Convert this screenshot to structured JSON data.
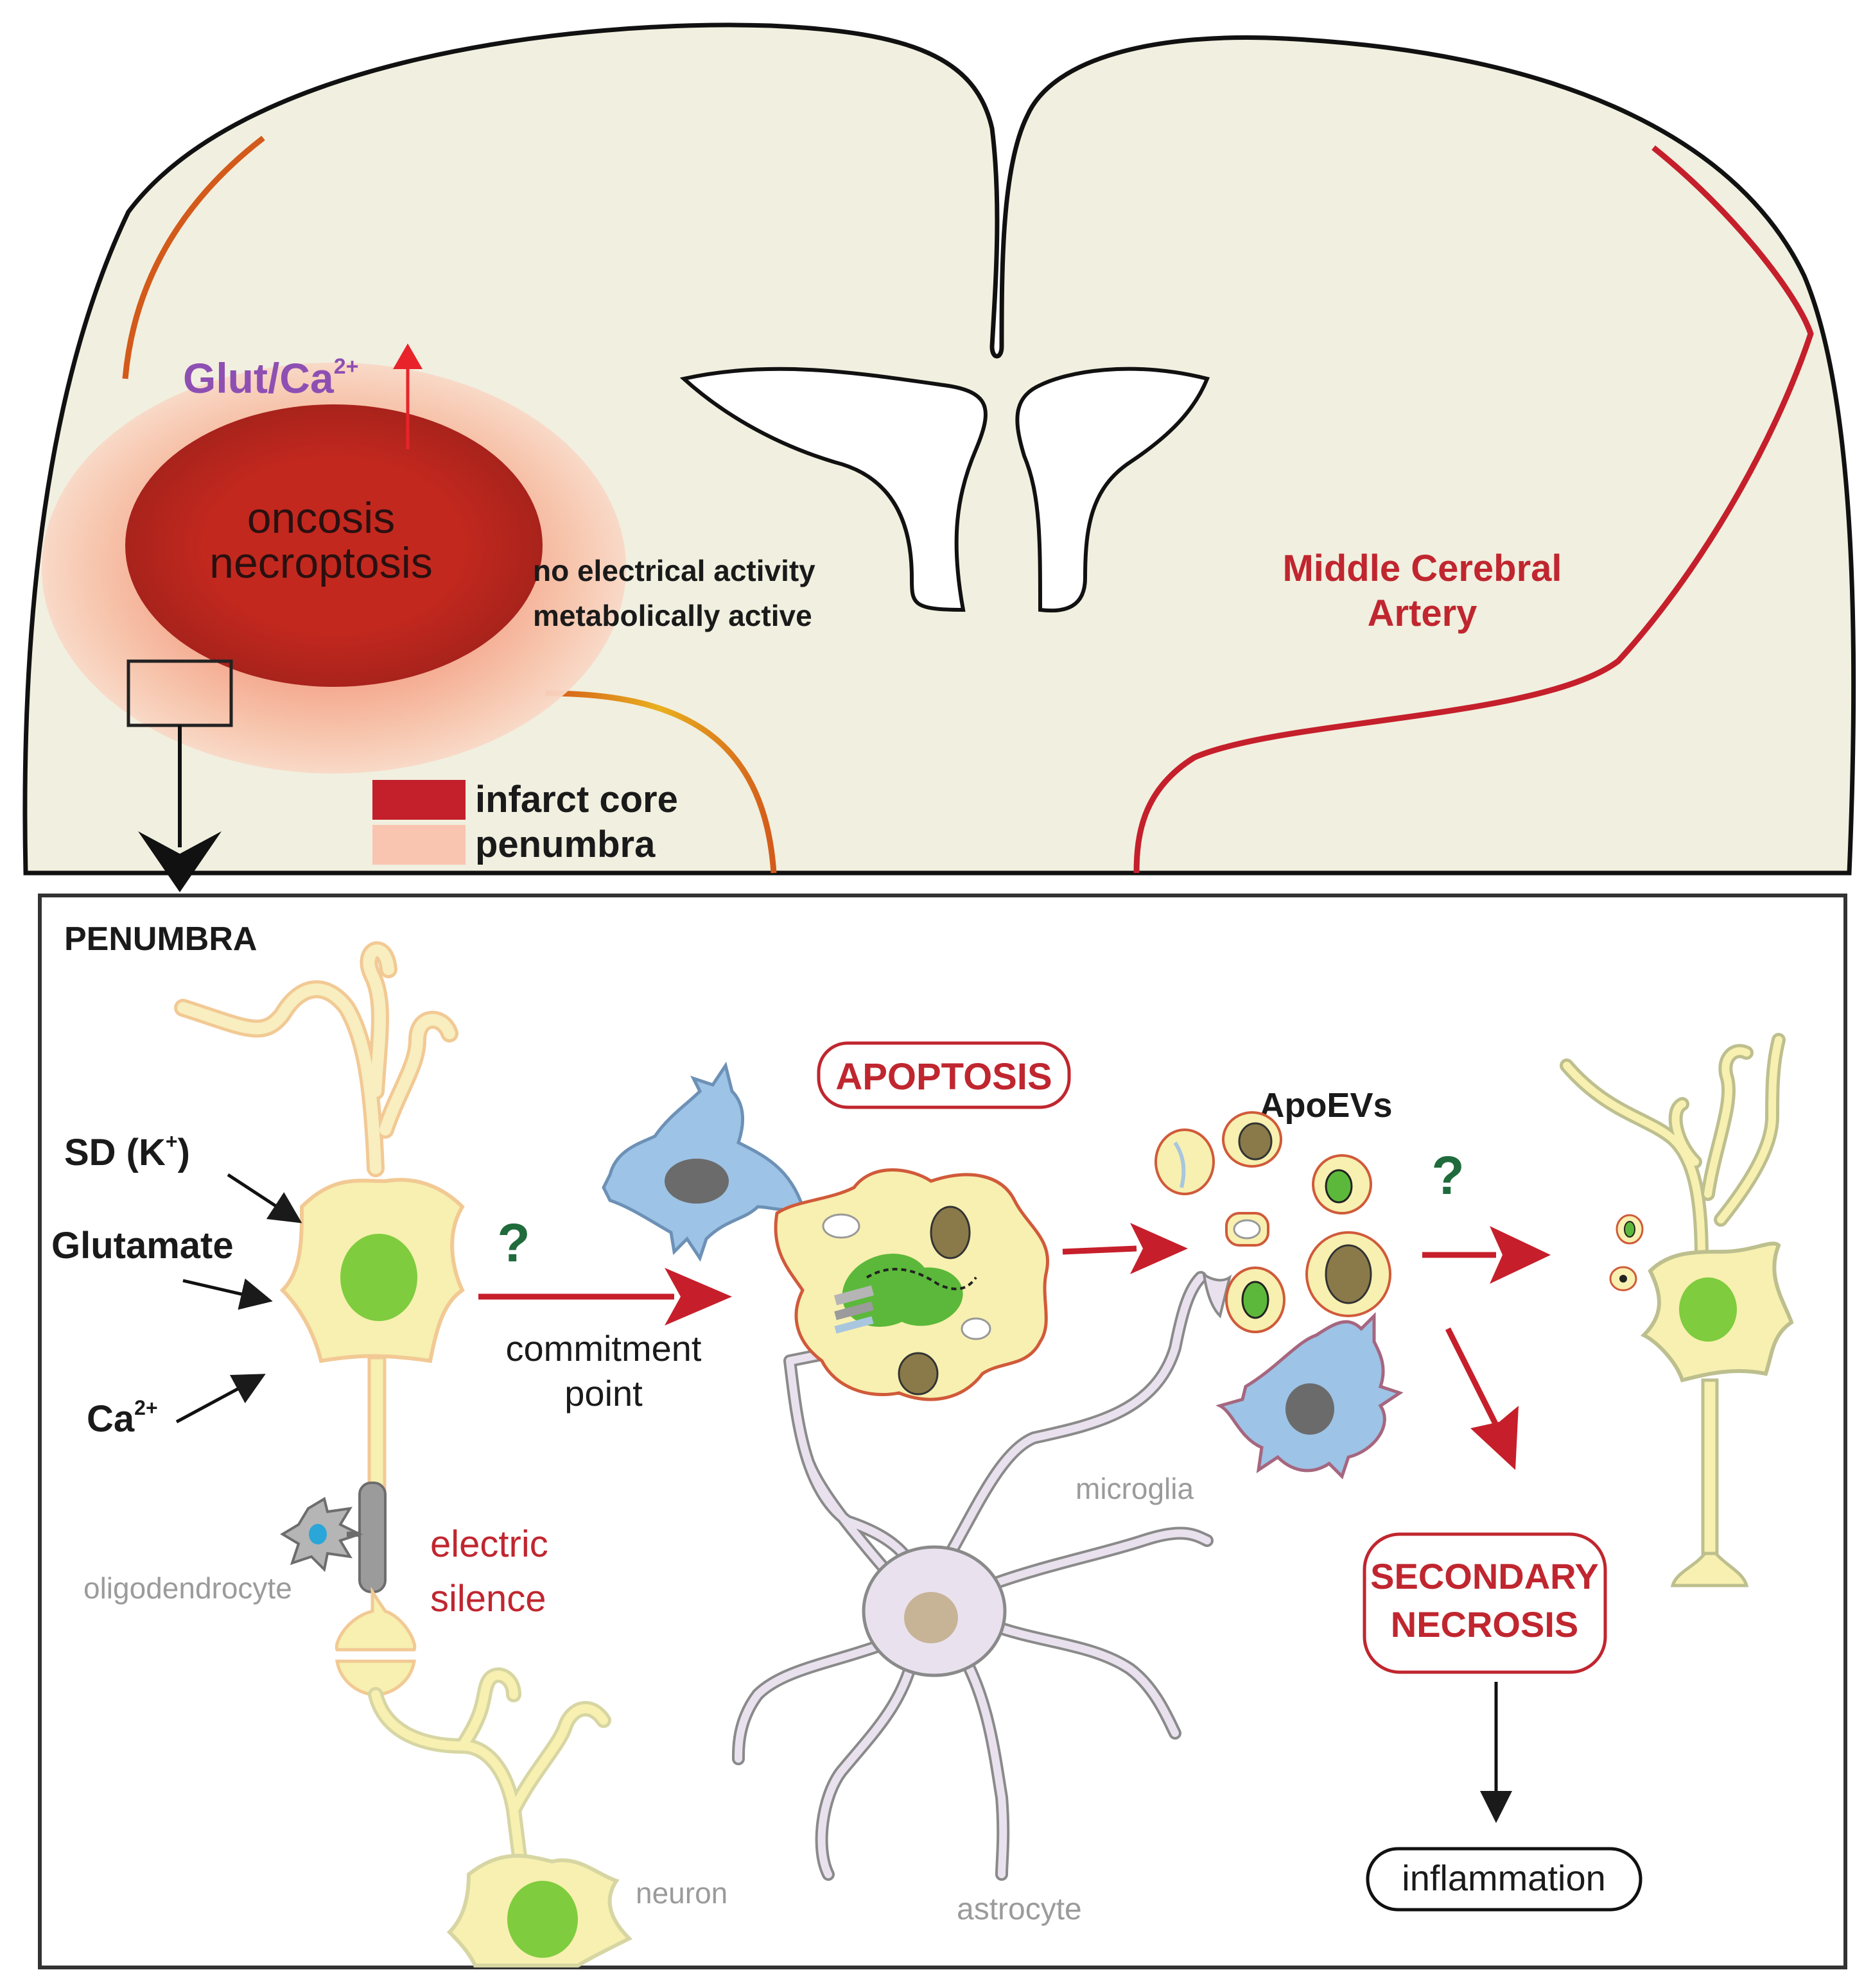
{
  "colors": {
    "brain_fill": "#f1efdf",
    "core": "#c3281e",
    "penumbra": "#f7c1a8",
    "artery": "#c51f2c",
    "arrow_red": "#c61f2b",
    "green_q": "#1f6b3c",
    "glut_purple": "#8e4fb3",
    "neuron_fill": "#f7f0b0",
    "microglia": "#9dc3e6",
    "astrocyte": "#e9e2ee"
  },
  "brain": {
    "glut_label": "Glut/Ca",
    "glut_sup": "2+",
    "core_line1": "oncosis",
    "core_line2": "necroptosis",
    "no_activity": "no electrical activity",
    "metabolic": "metabolically active",
    "artery_line1": "Middle Cerebral",
    "artery_line2": "Artery",
    "legend": {
      "core": "infarct core",
      "penumbra": "penumbra"
    }
  },
  "panel": {
    "title": "PENUMBRA",
    "sd_label": "SD (K",
    "sd_sup": "+",
    "sd_close": ")",
    "glutamate": "Glutamate",
    "ca_label": "Ca",
    "ca_sup": "2+",
    "question1": "?",
    "commitment1": "commitment",
    "commitment2": "point",
    "apoptosis": "APOPTOSIS",
    "apoevs": "ApoEVs",
    "question2": "?",
    "microglia": "microglia",
    "oligodendrocyte": "oligodendrocyte",
    "electric1": "electric",
    "electric2": "silence",
    "astrocyte": "astrocyte",
    "neuron": "neuron",
    "secondary1": "SECONDARY",
    "secondary2": "NECROSIS",
    "inflammation": "inflammation"
  }
}
